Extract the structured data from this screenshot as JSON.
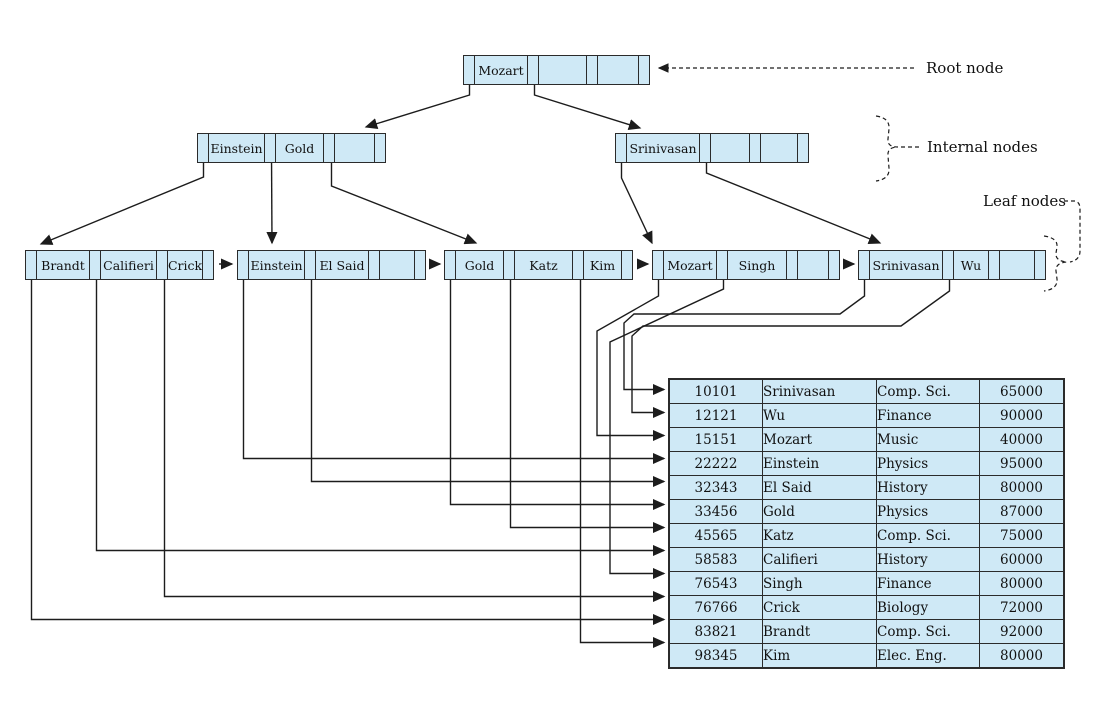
{
  "annotations": {
    "root_label": "Root node",
    "internal_label": "Internal nodes",
    "leaf_label": "Leaf nodes"
  },
  "tree": {
    "root": {
      "keys": [
        "Mozart",
        "",
        ""
      ]
    },
    "internal_nodes": [
      {
        "keys": [
          "Einstein",
          "Gold",
          ""
        ]
      },
      {
        "keys": [
          "Srinivasan",
          "",
          ""
        ]
      }
    ],
    "leaf_nodes": [
      {
        "keys": [
          "Brandt",
          "Califieri",
          "Crick"
        ]
      },
      {
        "keys": [
          "Einstein",
          "El Said",
          ""
        ]
      },
      {
        "keys": [
          "Gold",
          "Katz",
          "Kim"
        ]
      },
      {
        "keys": [
          "Mozart",
          "Singh",
          ""
        ]
      },
      {
        "keys": [
          "Srinivasan",
          "Wu",
          ""
        ]
      }
    ]
  },
  "records": {
    "rows": [
      [
        "10101",
        "Srinivasan",
        "Comp. Sci.",
        "65000"
      ],
      [
        "12121",
        "Wu",
        "Finance",
        "90000"
      ],
      [
        "15151",
        "Mozart",
        "Music",
        "40000"
      ],
      [
        "22222",
        "Einstein",
        "Physics",
        "95000"
      ],
      [
        "32343",
        "El Said",
        "History",
        "80000"
      ],
      [
        "33456",
        "Gold",
        "Physics",
        "87000"
      ],
      [
        "45565",
        "Katz",
        "Comp. Sci.",
        "75000"
      ],
      [
        "58583",
        "Califieri",
        "History",
        "60000"
      ],
      [
        "76543",
        "Singh",
        "Finance",
        "80000"
      ],
      [
        "76766",
        "Crick",
        "Biology",
        "72000"
      ],
      [
        "83821",
        "Brandt",
        "Comp. Sci.",
        "92000"
      ],
      [
        "98345",
        "Kim",
        "Elec. Eng.",
        "80000"
      ]
    ]
  },
  "colors": {
    "node_fill": "#cfe9f6",
    "border": "#2b2b2b",
    "line": "#1c1c1c",
    "background": "#ffffff",
    "text": "#111111"
  }
}
